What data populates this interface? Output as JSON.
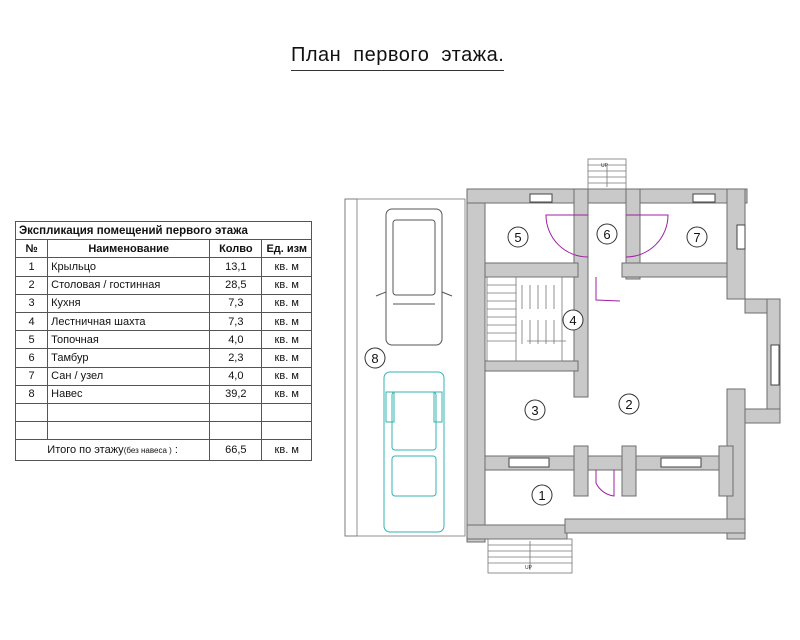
{
  "title": "План  первого  этажа.",
  "table": {
    "caption": "Экспликация помещений первого этажа",
    "headers": [
      "№",
      "Наименование",
      "Колво",
      "Ед. изм"
    ],
    "rows": [
      {
        "num": "1",
        "name": "Крыльцо",
        "qty": "13,1",
        "unit": "кв. м"
      },
      {
        "num": "2",
        "name": "Столовая / гостинная",
        "qty": "28,5",
        "unit": "кв. м"
      },
      {
        "num": "3",
        "name": "Кухня",
        "qty": "7,3",
        "unit": "кв. м"
      },
      {
        "num": "4",
        "name": "Лестничная шахта",
        "qty": "7,3",
        "unit": "кв. м"
      },
      {
        "num": "5",
        "name": "Топочная",
        "qty": "4,0",
        "unit": "кв. м"
      },
      {
        "num": "6",
        "name": "Тамбур",
        "qty": "2,3",
        "unit": "кв. м"
      },
      {
        "num": "7",
        "name": "Сан / узел",
        "qty": "4,0",
        "unit": "кв. м"
      },
      {
        "num": "8",
        "name": "Навес",
        "qty": "39,2",
        "unit": "кв. м"
      }
    ],
    "total": {
      "label": "Итого по этажу",
      "note": "(без навеса )",
      "colon": " :",
      "qty": "66,5",
      "unit": "кв. м"
    }
  },
  "plan": {
    "room_labels": [
      "1",
      "2",
      "3",
      "4",
      "5",
      "6",
      "7",
      "8"
    ],
    "stair_label": "UP",
    "colors": {
      "wall": "#c9c9c9",
      "door": "#a020a0",
      "car_highlight": "#33b3b3"
    }
  }
}
